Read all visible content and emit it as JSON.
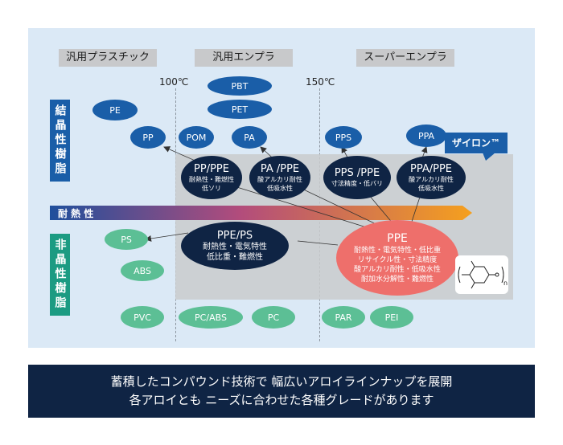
{
  "categories": [
    "汎用プラスチック",
    "汎用エンプラ",
    "スーパーエンプラ"
  ],
  "temps": [
    "100℃",
    "150℃"
  ],
  "side_labels": {
    "crystalline": "結晶性樹脂",
    "amorphous": "非晶性樹脂"
  },
  "heat_label": "耐 熱 性",
  "brand": "ザイロン™",
  "crystalline": [
    "PE",
    "PP",
    "POM",
    "PBT",
    "PET",
    "PA",
    "PPS",
    "PPA"
  ],
  "amorphous": [
    "PS",
    "ABS",
    "PVC",
    "PC/ABS",
    "PC",
    "PAR",
    "PEI"
  ],
  "alloys": [
    {
      "name": "PP/PPE",
      "lines": [
        "耐熱性・難燃性",
        "低ソリ"
      ]
    },
    {
      "name": "PA /PPE",
      "lines": [
        "酸アルカリ耐性",
        "低吸水性"
      ]
    },
    {
      "name": "PPS /PPE",
      "lines": [
        "寸法精度・低バリ"
      ]
    },
    {
      "name": "PPA/PPE",
      "lines": [
        "酸アルカリ耐性",
        "低吸水性"
      ]
    },
    {
      "name": "PPE/PS",
      "lines": [
        "耐熱性・電気特性",
        "低比重・難燃性"
      ]
    }
  ],
  "ppe": {
    "name": "PPE",
    "lines": [
      "耐熱性・電気特性・低比重",
      "リサイクル性・寸法精度",
      "酸アルカリ耐性・低吸水性",
      "耐加水分解性・難燃性"
    ]
  },
  "structure_subscript": "n",
  "footer": [
    "蓄積したコンパウンド技術で 幅広いアロイラインナップを展開",
    "各アロイとも ニーズに合わせた各種グレードがあります"
  ]
}
